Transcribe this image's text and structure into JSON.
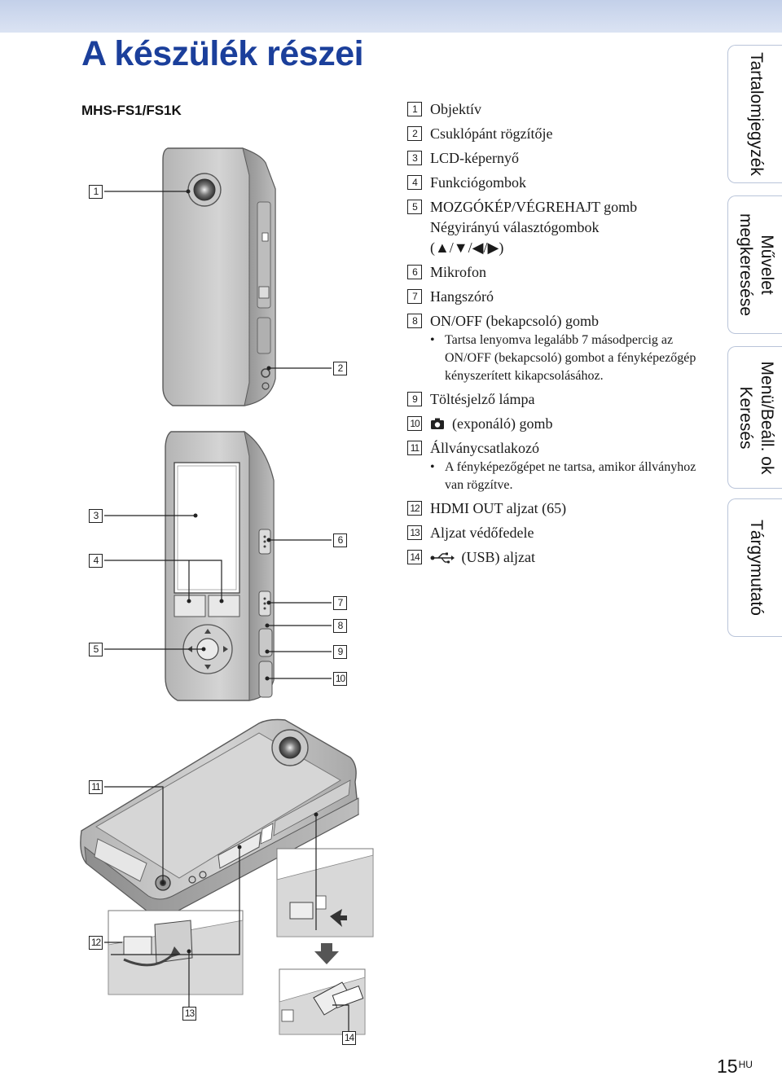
{
  "page": {
    "title": "A készülék részei",
    "model": "MHS-FS1/FS1K",
    "page_number": "15",
    "page_suffix": "HU"
  },
  "side_tabs": [
    {
      "label": "Tartalomjegyzék"
    },
    {
      "label": "Művelet megkeresése"
    },
    {
      "label": "Menü/Beáll. ok Keresés"
    },
    {
      "label": "Tárgymutató"
    }
  ],
  "parts": [
    {
      "num": "1",
      "line1": "Objektív"
    },
    {
      "num": "2",
      "line1": "Csuklópánt rögzítője"
    },
    {
      "num": "3",
      "line1": "LCD-képernyő"
    },
    {
      "num": "4",
      "line1": "Funkciógombok"
    },
    {
      "num": "5",
      "line1": "MOZGÓKÉP/VÉGREHAJT gomb",
      "line2": "Négyirányú választógombok",
      "line3": "(▲/▼/◀/▶)"
    },
    {
      "num": "6",
      "line1": "Mikrofon"
    },
    {
      "num": "7",
      "line1": "Hangszóró"
    },
    {
      "num": "8",
      "line1": "ON/OFF (bekapcsoló) gomb",
      "bullet": "Tartsa lenyomva legalább 7 másodpercig az ON/OFF (bekapcsoló) gombot a fényképezőgép kényszerített kikapcsolásához."
    },
    {
      "num": "9",
      "line1": "Töltésjelző lámpa"
    },
    {
      "num": "10",
      "line1": "(exponáló) gomb"
    },
    {
      "num": "11",
      "line1": "Állványcsatlakozó",
      "bullet": "A fényképezőgépet ne tartsa, amikor állványhoz van rögzítve."
    },
    {
      "num": "12",
      "line1": "HDMI OUT aljzat (65)"
    },
    {
      "num": "13",
      "line1": "Aljzat védőfedele"
    },
    {
      "num": "14",
      "line1": "(USB) aljzat"
    }
  ],
  "icons": {
    "shutter": "camera-icon",
    "usb": "usb-icon",
    "arrow_down": "arrow-down-icon",
    "arrow_left": "arrow-left-icon"
  },
  "colors": {
    "title": "#1b3f9b",
    "top_bar": "#c3d0e9",
    "tab_border": "#b9c4d9",
    "device_body": "#c4c4c4",
    "device_edge": "#8a8a8a"
  }
}
